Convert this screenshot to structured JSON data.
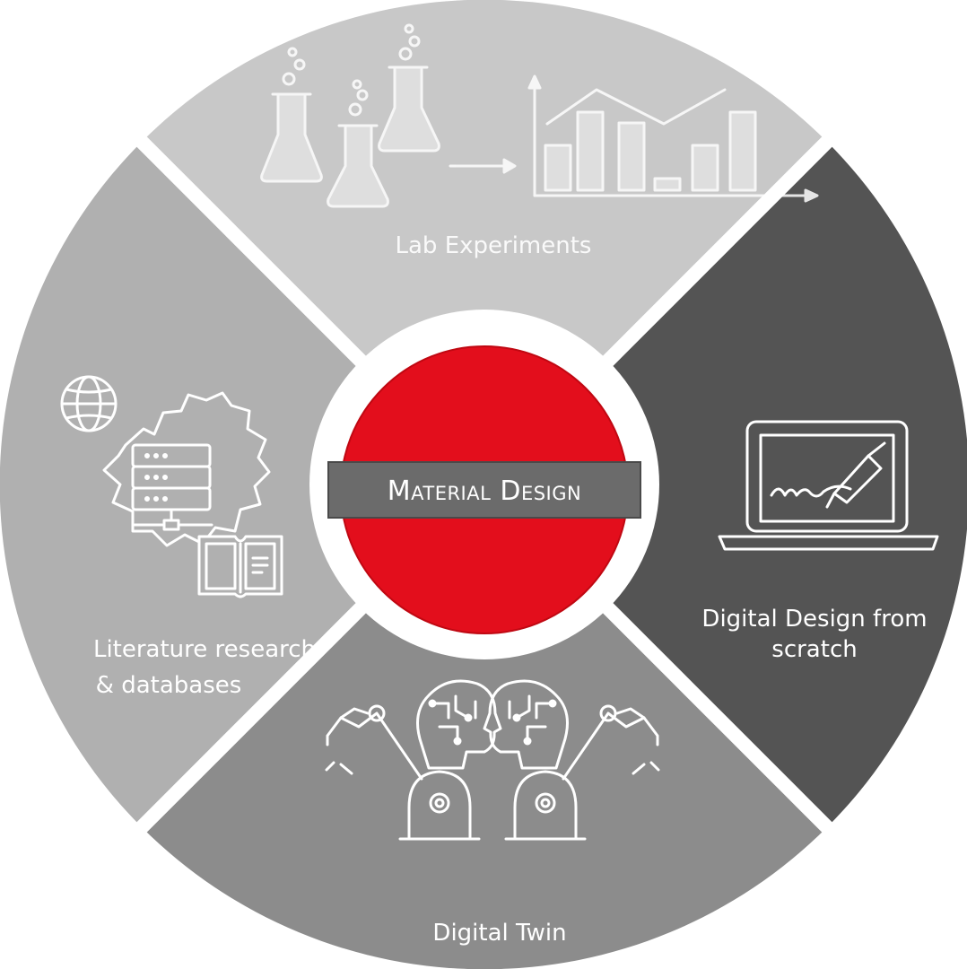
{
  "center": {
    "title": "Material Design",
    "circle_color": "#e30e1c",
    "banner_color": "#6b6b6b"
  },
  "segments": {
    "lab": {
      "label": "Lab Experiments",
      "color": "#c8c8c8",
      "icons": [
        "flasks-icon",
        "arrow-right-icon",
        "bar-chart-icon"
      ]
    },
    "digital_design": {
      "label_lines": [
        "Digital Design from",
        "scratch"
      ],
      "color": "#545454",
      "icons": [
        "laptop-signature-icon"
      ]
    },
    "digital_twin": {
      "label": "Digital Twin",
      "color": "#8c8c8c",
      "icons": [
        "robot-arm-head-icon",
        "robot-arm-head-mirrored-icon"
      ]
    },
    "literature": {
      "label_lines": [
        "Literature research",
        "& databases"
      ],
      "color": "#b0b0b0",
      "icons": [
        "globe-icon",
        "database-server-gear-icon",
        "book-icon"
      ]
    }
  }
}
